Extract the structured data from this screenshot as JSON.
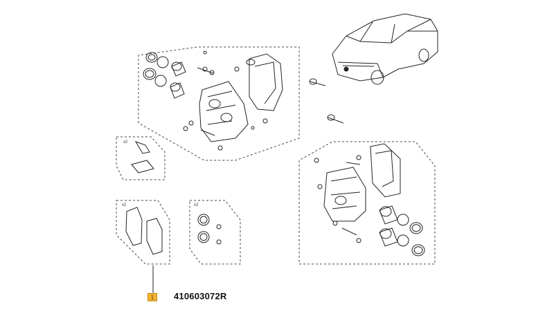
{
  "part": {
    "callout_number": "1",
    "number": "410603072R"
  },
  "quantities": {
    "clips_qty": "x2",
    "pads_qty": "x2",
    "seal_kit_qty": "x2"
  },
  "colors": {
    "line": "#222222",
    "dash": "#444444",
    "callout_fill": "#f2b233"
  },
  "icons": [
    "vehicle-icon",
    "caliper-icon",
    "brake-pad-icon",
    "piston-icon",
    "seal-ring-icon",
    "bolt-icon"
  ]
}
